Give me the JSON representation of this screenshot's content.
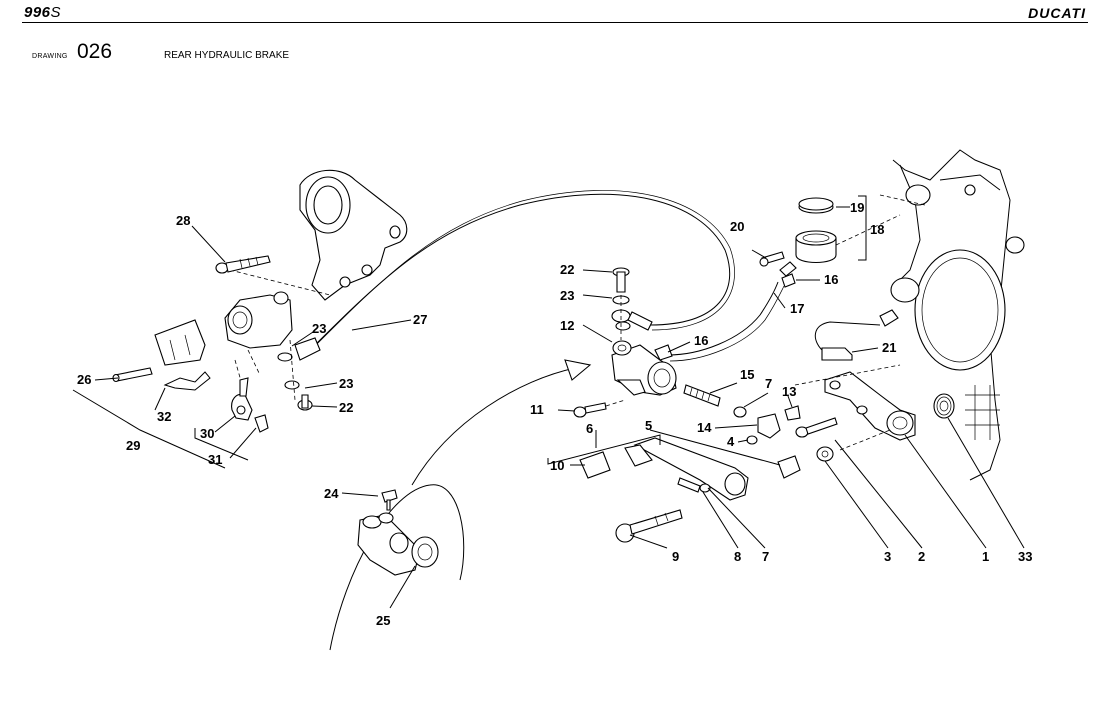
{
  "header": {
    "model": "996",
    "model_suffix": "S",
    "brand": "DUCATI"
  },
  "drawing": {
    "label": "DRAWING",
    "number": "026",
    "title": "REAR HYDRAULIC BRAKE"
  },
  "callouts": {
    "c1": "1",
    "c2": "2",
    "c3": "3",
    "c4": "4",
    "c5": "5",
    "c6": "6",
    "c7a": "7",
    "c7b": "7",
    "c8": "8",
    "c9": "9",
    "c10": "10",
    "c11": "11",
    "c12": "12",
    "c13": "13",
    "c14": "14",
    "c15": "15",
    "c16a": "16",
    "c16b": "16",
    "c17": "17",
    "c18": "18",
    "c19": "19",
    "c20": "20",
    "c21": "21",
    "c22a": "22",
    "c22b": "22",
    "c23a": "23",
    "c23b": "23",
    "c23c": "23",
    "c24": "24",
    "c25": "25",
    "c26": "26",
    "c27": "27",
    "c28": "28",
    "c29": "29",
    "c30": "30",
    "c31": "31",
    "c32": "32",
    "c33": "33"
  }
}
